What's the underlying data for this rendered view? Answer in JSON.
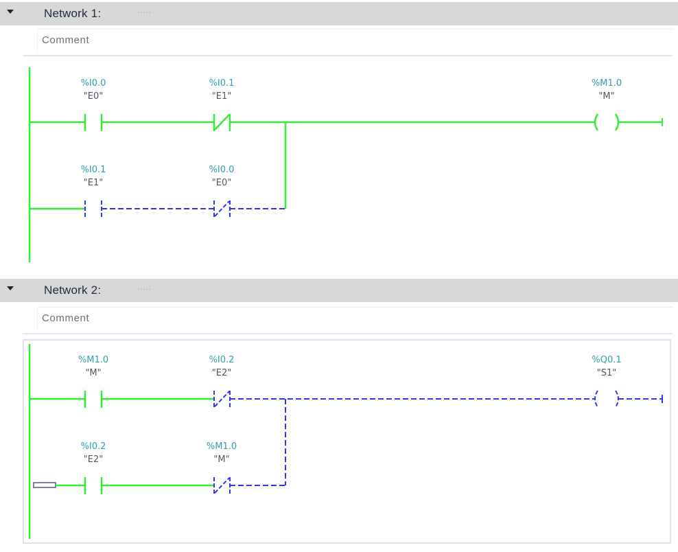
{
  "colors": {
    "powered": "#33ee33",
    "unpowered": "#3333ee",
    "address": "#2f9fb0",
    "header_bg": "#d7d7d7"
  },
  "networks": [
    {
      "title": "Network 1:",
      "title_suffix": ".....",
      "comment_placeholder": "Comment",
      "elements": [
        {
          "kind": "no-contact",
          "address": "%I0.0",
          "symbol": "\"E0\"",
          "state": "powered"
        },
        {
          "kind": "nc-contact",
          "address": "%I0.1",
          "symbol": "\"E1\"",
          "state": "powered"
        },
        {
          "kind": "coil",
          "address": "%M1.0",
          "symbol": "\"M\"",
          "state": "powered"
        },
        {
          "kind": "no-contact",
          "address": "%I0.1",
          "symbol": "\"E1\"",
          "state": "unpowered"
        },
        {
          "kind": "nc-contact",
          "address": "%I0.0",
          "symbol": "\"E0\"",
          "state": "unpowered"
        }
      ]
    },
    {
      "title": "Network 2:",
      "title_suffix": ".....",
      "comment_placeholder": "Comment",
      "elements": [
        {
          "kind": "no-contact",
          "address": "%M1.0",
          "symbol": "\"M\"",
          "state": "powered"
        },
        {
          "kind": "nc-contact",
          "address": "%I0.2",
          "symbol": "\"E2\"",
          "state": "unpowered"
        },
        {
          "kind": "coil",
          "address": "%Q0.1",
          "symbol": "\"S1\"",
          "state": "unpowered"
        },
        {
          "kind": "no-contact",
          "address": "%I0.2",
          "symbol": "\"E2\"",
          "state": "powered"
        },
        {
          "kind": "nc-contact",
          "address": "%M1.0",
          "symbol": "\"M\"",
          "state": "unpowered"
        }
      ]
    }
  ]
}
